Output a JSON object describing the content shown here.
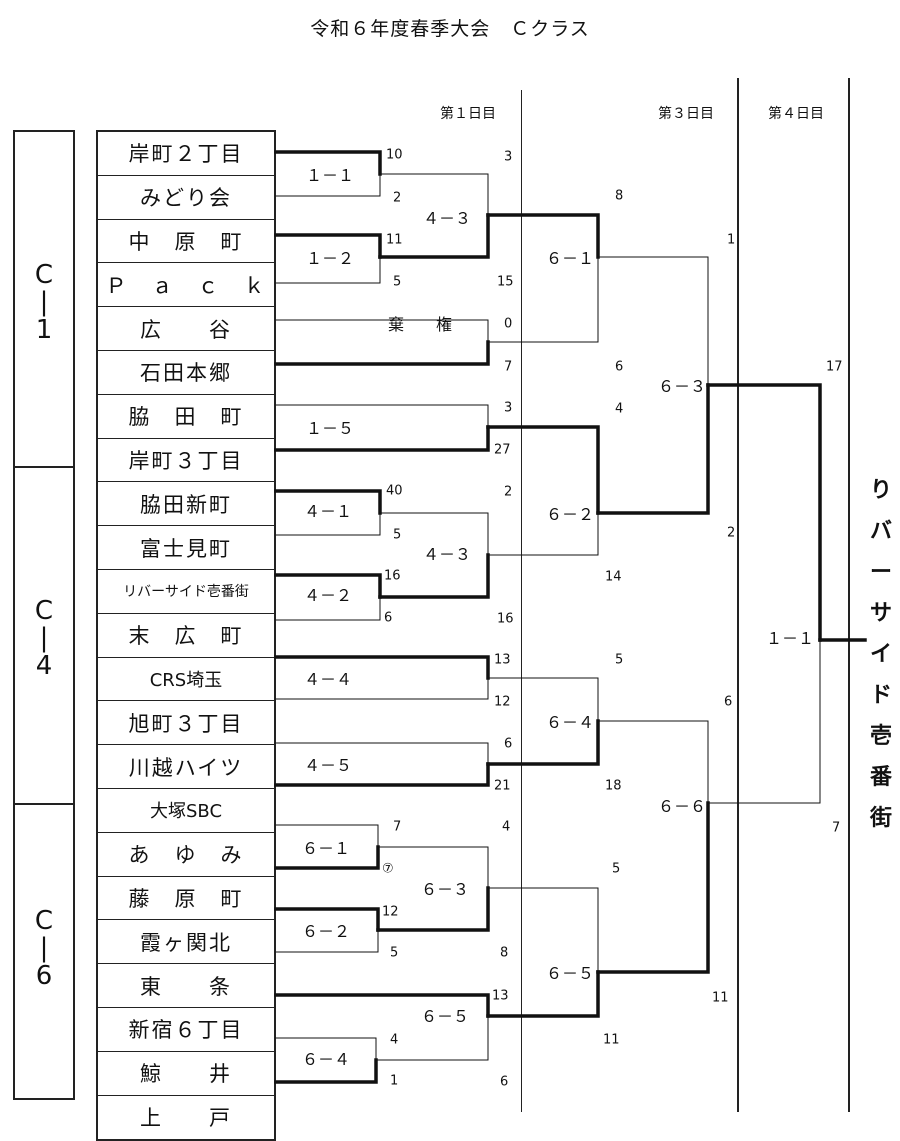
{
  "title": "令和６年度春季大会　Ｃクラス",
  "days": [
    "第１日目",
    "第３日目",
    "第４日目"
  ],
  "groups": [
    {
      "label": [
        "C",
        "|",
        "1"
      ]
    },
    {
      "label": [
        "C",
        "|",
        "4"
      ]
    },
    {
      "label": [
        "C",
        "|",
        "6"
      ]
    }
  ],
  "teams": [
    "岸町２丁目",
    "みどり会",
    "中　原　町",
    "Ｐ　ａ　ｃ　ｋ",
    "広　　谷",
    "石田本郷",
    "脇　田　町",
    "岸町３丁目",
    "脇田新町",
    "富士見町",
    "リバーサイド壱番街",
    "末　広　町",
    "CRS埼玉",
    "旭町３丁目",
    "川越ハイツ",
    "大塚SBC",
    "あ　ゆ　み",
    "藤　原　町",
    "霞ヶ関北",
    "東　　条",
    "新宿６丁目",
    "鯨　　井",
    "上　　戸"
  ],
  "match_labels": {
    "m1_1": "１－１",
    "m1_2": "１－２",
    "kiken": "棄　　権",
    "m1_5": "１－５",
    "m4_1": "４－１",
    "m4_2": "４－２",
    "m4_4": "４－４",
    "m4_5": "４－５",
    "m6_1": "６－１",
    "m6_2": "６－２",
    "m6_4": "６－４",
    "m4_3a": "４－３",
    "m4_3b": "４－３",
    "m6_3r2": "６－３",
    "m6_5r2": "６－５",
    "q6_1": "６－１",
    "q6_2": "６－２",
    "q6_4": "６－４",
    "q6_5": "６－５",
    "s6_3": "６－３",
    "s6_6": "６－６",
    "f1_1": "１－１"
  },
  "scores": {
    "s1": "10",
    "s2": "2",
    "s3": "11",
    "s4": "5",
    "s5": "3",
    "s6": "15",
    "s7": "0",
    "s8": "7",
    "s9": "3",
    "s10": "27",
    "s11": "8",
    "s12": "6",
    "s13": "4",
    "s14": "1",
    "s15": "40",
    "s16": "5",
    "s17": "16",
    "s18": "6",
    "s19": "2",
    "s20": "16",
    "s21": "14",
    "s22": "13",
    "s23": "12",
    "s24": "6",
    "s25": "21",
    "s26": "5",
    "s27": "18",
    "s28": "2",
    "s29": "6",
    "s30": "17",
    "s31": "7",
    "s32": "⑦",
    "s33": "12",
    "s34": "5",
    "s35": "4",
    "s36": "8",
    "s37": "13",
    "s38": "5",
    "s39": "4",
    "s40": "1",
    "s41": "6",
    "s42": "11",
    "s43": "11",
    "s44": "7"
  },
  "winner": [
    "り",
    "バ",
    "ー",
    "サ",
    "イ",
    "ド",
    "壱",
    "番",
    "街"
  ]
}
